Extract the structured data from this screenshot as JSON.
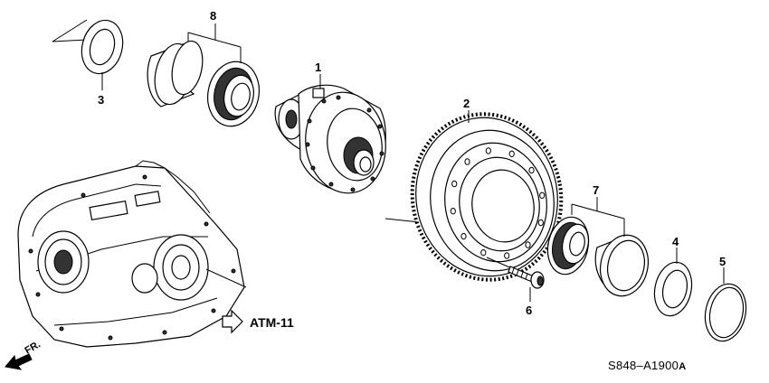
{
  "callouts": {
    "c1": "1",
    "c2": "2",
    "c3": "3",
    "c4": "4",
    "c5": "5",
    "c6": "6",
    "c7": "7",
    "c8": "8"
  },
  "reference": "ATM-11",
  "front_marker": "FR.",
  "diagram_code": "S848–A1900",
  "diagram_code_suffix": "A"
}
